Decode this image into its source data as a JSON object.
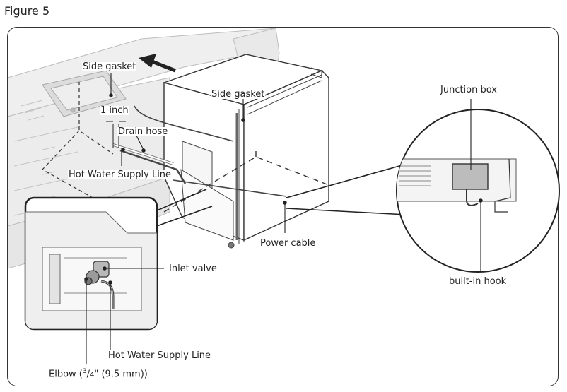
{
  "figure_title": "Figure 5",
  "labels": {
    "side_gasket_left": "Side gasket",
    "one_inch": "1 inch",
    "drain_hose": "Drain hose",
    "hot_water_supply_line_top": "Hot Water Supply Line",
    "side_gasket_right": "Side gasket",
    "junction_box": "Junction box",
    "power_cable": "Power cable",
    "inlet_valve": "Inlet valve",
    "built_in_hook": "built-in hook",
    "hot_water_supply_line_bottom": "Hot Water Supply Line",
    "elbow_prefix": "Elbow (",
    "elbow_num": "3",
    "elbow_den": "4",
    "elbow_suffix": "\" (9.5 mm))"
  }
}
